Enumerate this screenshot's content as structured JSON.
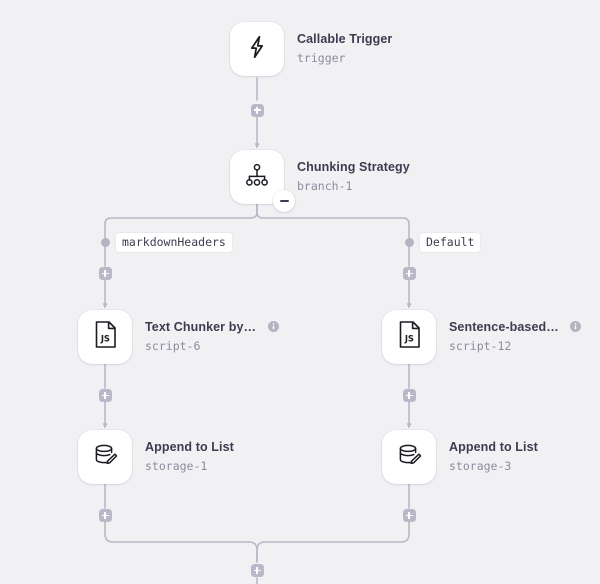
{
  "canvas": {
    "background_color": "#f1f1f4",
    "edge_color": "#b8b8c8",
    "accent_text_color": "#3c3c50",
    "muted_text_color": "#8b8b9e"
  },
  "nodes": [
    {
      "id": "trigger",
      "title": "Callable Trigger",
      "subtitle": "trigger",
      "icon": "lightning-bolt-icon",
      "has_info": false
    },
    {
      "id": "branch",
      "title": "Chunking Strategy",
      "subtitle": "branch‑1",
      "icon": "branch-tree-icon",
      "has_info": false,
      "collapse_badge": "minus-icon"
    },
    {
      "id": "script-left",
      "title": "Text Chunker by…",
      "subtitle": "script‑6",
      "icon": "js-file-icon",
      "has_info": true
    },
    {
      "id": "script-right",
      "title": "Sentence-based…",
      "subtitle": "script‑12",
      "icon": "js-file-icon",
      "has_info": true
    },
    {
      "id": "storage-left",
      "title": "Append to List",
      "subtitle": "storage‑1",
      "icon": "database-edit-icon",
      "has_info": false
    },
    {
      "id": "storage-right",
      "title": "Append to List",
      "subtitle": "storage‑3",
      "icon": "database-edit-icon",
      "has_info": false
    }
  ],
  "branches": [
    {
      "id": "branch-left",
      "label": "markdownHeaders"
    },
    {
      "id": "branch-right",
      "label": "Default"
    }
  ],
  "add_buttons": [
    {
      "id": "add-after-trigger"
    },
    {
      "id": "add-left-branch-top"
    },
    {
      "id": "add-right-branch-top"
    },
    {
      "id": "add-left-script-to-storage"
    },
    {
      "id": "add-right-script-to-storage"
    },
    {
      "id": "add-left-storage-out"
    },
    {
      "id": "add-right-storage-out"
    },
    {
      "id": "add-merge-out"
    }
  ]
}
